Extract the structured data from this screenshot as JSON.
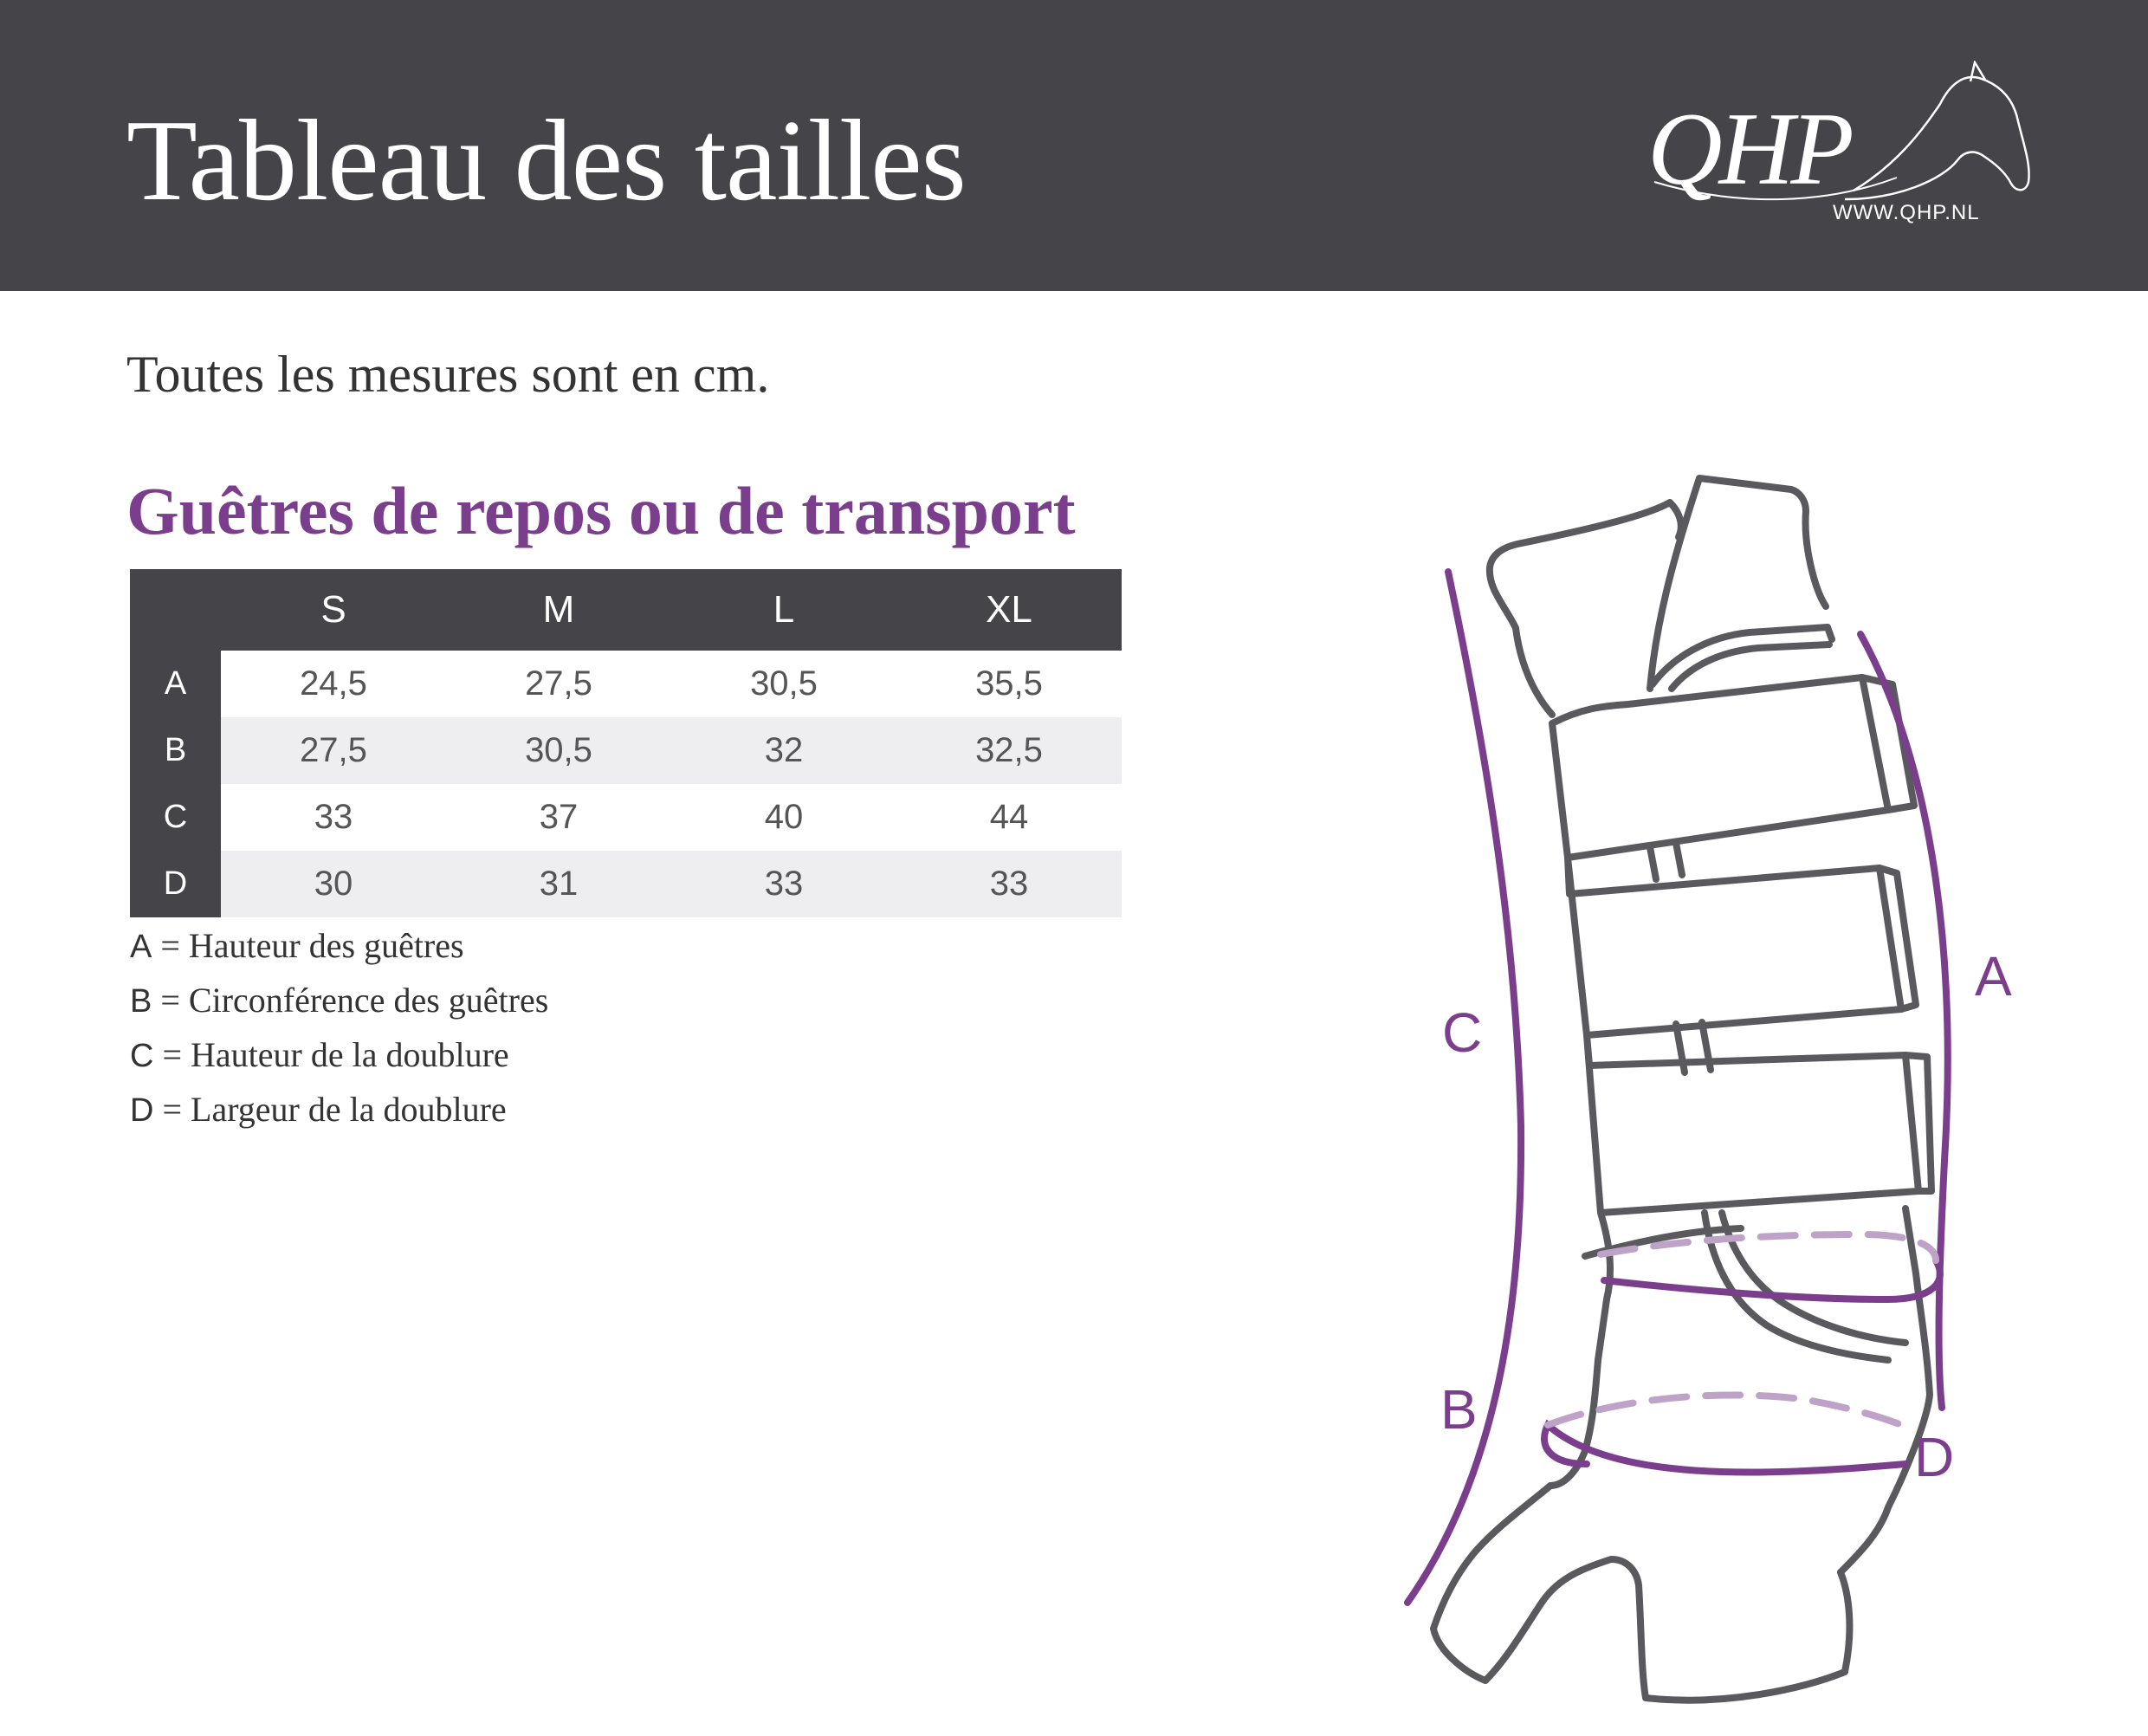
{
  "header": {
    "title": "Tableau des tailles",
    "logo": {
      "text": "QHP",
      "url": "WWW.QHP.NL",
      "icon": "horse-head-icon"
    }
  },
  "subtitle": "Toutes les mesures sont en cm.",
  "section_title": "Guêtres de repos ou de transport",
  "table": {
    "columns": [
      "S",
      "M",
      "L",
      "XL"
    ],
    "rows": [
      {
        "label": "A",
        "values": [
          "24,5",
          "27,5",
          "30,5",
          "35,5"
        ]
      },
      {
        "label": "B",
        "values": [
          "27,5",
          "30,5",
          "32",
          "32,5"
        ]
      },
      {
        "label": "C",
        "values": [
          "33",
          "37",
          "40",
          "44"
        ]
      },
      {
        "label": "D",
        "values": [
          "30",
          "31",
          "33",
          "33"
        ]
      }
    ]
  },
  "legend": [
    {
      "key": "A",
      "text": "= Hauteur des guêtres"
    },
    {
      "key": "B",
      "text": "= Circonférence des guêtres"
    },
    {
      "key": "C",
      "text": "= Hauteur de la doublure"
    },
    {
      "key": "D",
      "text": "= Largeur de la doublure"
    }
  ],
  "diagram": {
    "labels": {
      "a": "A",
      "b": "B",
      "c": "C",
      "d": "D"
    },
    "colors": {
      "outline": "#5a595e",
      "accent": "#7a3e8c",
      "accent_light": "#bfa2c8"
    }
  }
}
